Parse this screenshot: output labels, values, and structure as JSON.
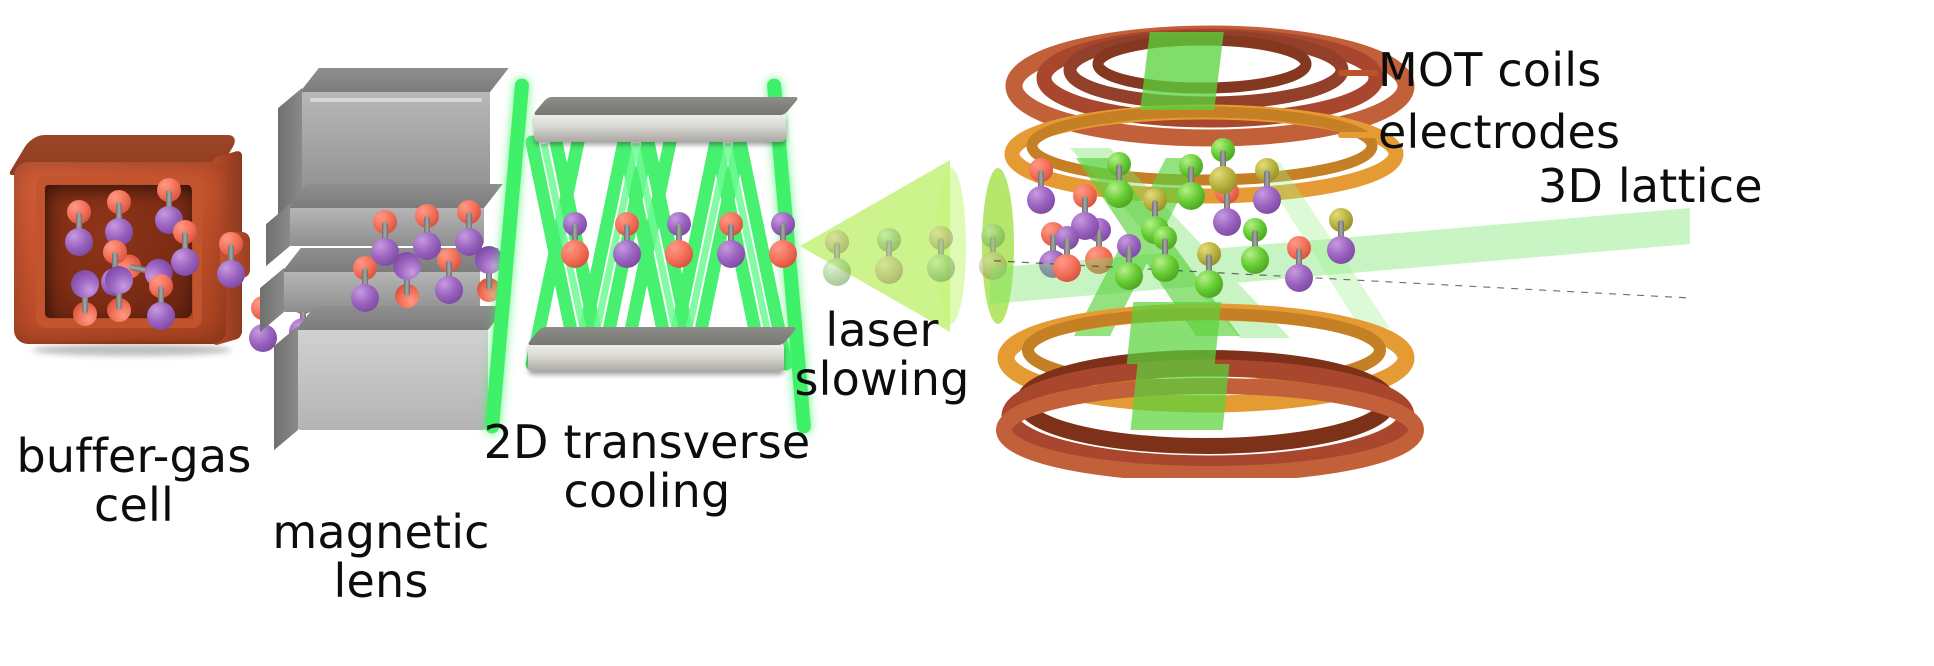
{
  "figure": {
    "title": "Molecule cooling and trapping beamline schematic",
    "background": "#ffffff"
  },
  "stages": [
    {
      "id": "buffer-gas-cell",
      "label": "buffer-gas\ncell",
      "label_line1": "buffer-gas",
      "label_line2": "cell"
    },
    {
      "id": "magnetic-lens",
      "label": "magnetic\nlens",
      "label_line1": "magnetic",
      "label_line2": "lens"
    },
    {
      "id": "2d-transverse-cooling",
      "label": "2D transverse\ncooling",
      "label_line1": "2D transverse",
      "label_line2": "cooling"
    },
    {
      "id": "laser-slowing",
      "label": "laser\nslowing",
      "label_line1": "laser",
      "label_line2": "slowing"
    }
  ],
  "callouts": [
    {
      "id": "mot-coils",
      "label": "MOT coils",
      "color": "#b8532c"
    },
    {
      "id": "electrodes",
      "label": "electrodes",
      "color": "#e59b33"
    },
    {
      "id": "3d-lattice",
      "label": "3D lattice",
      "color": "#5ad23c"
    }
  ],
  "colors": {
    "cell_body": "#c7532e",
    "cell_cavity": "#7d2d14",
    "lens_metal": "#a2a2a2",
    "mirror": "#dcdad4",
    "cooling_beam": "#3ff069",
    "slowing_beam": "#baf060",
    "mot_coil": "#b8532c",
    "electrode": "#e59b33",
    "lattice_beam": "#5ad23c",
    "atom_red": "#f4705a",
    "atom_purple": "#9a63bf",
    "atom_green": "#66cc33",
    "atom_olive": "#b7b03c",
    "text": "#0d0d0d"
  },
  "molecule_species": {
    "beamline": "red-purple diatomic",
    "slowing": "olive-green diatomic (laser-illuminated)",
    "lattice": "mixed red / purple / green / olive diatomics"
  }
}
